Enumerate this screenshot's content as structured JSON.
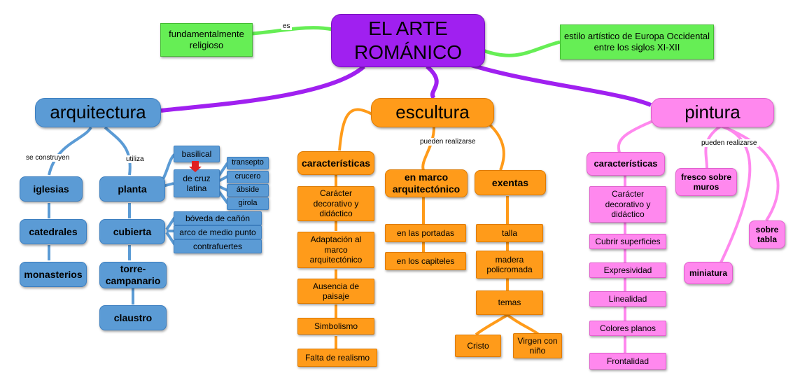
{
  "root": {
    "title": "EL ARTE ROMÁNICO"
  },
  "definitions": {
    "left": "fundamentalmente religioso",
    "left_label": "es",
    "right": "estilo artístico de Europa Occidental entre los siglos XI-XII"
  },
  "arquitectura": {
    "title": "arquitectura",
    "label_construyen": "se construyen",
    "label_utiliza": "utiliza",
    "types": [
      "iglesias",
      "catedrales",
      "monasterios"
    ],
    "parts": [
      "planta",
      "cubierta",
      "torre-campanario",
      "claustro"
    ],
    "planta_detail": {
      "basilical": "basilical",
      "cruz": "de cruz latina"
    },
    "cruz_parts": [
      "transepto",
      "crucero",
      "ábside",
      "girola"
    ],
    "cubierta_parts": [
      "bóveda de cañón",
      "arco de medio punto",
      "contrafuertes"
    ]
  },
  "escultura": {
    "title": "escultura",
    "label_realizarse": "pueden realizarse",
    "caracteristicas": "características",
    "features": [
      "Carácter decorativo y didáctico",
      "Adaptación al marco arquitectónico",
      "Ausencia de paisaje",
      "Simbolismo",
      "Falta de realismo"
    ],
    "marco": "en marco arquitectónico",
    "marco_items": [
      "en las portadas",
      "en los capiteles"
    ],
    "exentas": "exentas",
    "exentas_items": [
      "talla",
      "madera policromada",
      "temas"
    ],
    "temas": [
      "Cristo",
      "Virgen con niño"
    ]
  },
  "pintura": {
    "title": "pintura",
    "label_realizarse": "pueden realizarse",
    "caracteristicas": "características",
    "features": [
      "Carácter decorativo y didáctico",
      "Cubrir superficies",
      "Expresividad",
      "Linealidad",
      "Colores planos",
      "Frontalidad"
    ],
    "fresco": "fresco sobre muros",
    "tabla": "sobre tabla",
    "miniatura": "miniatura"
  },
  "colors": {
    "root": "#a020f0",
    "definition": "#66ee55",
    "arquitectura": "#5b9bd5",
    "escultura": "#ff9b1a",
    "pintura": "#ff88ee",
    "arrow": "#e02020"
  }
}
